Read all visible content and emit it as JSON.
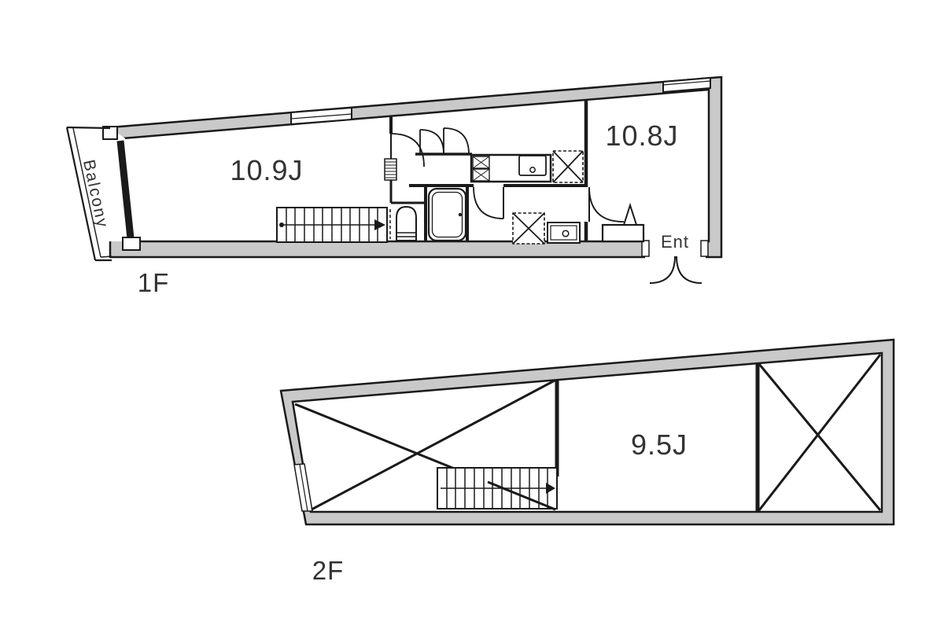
{
  "diagram_type": "floor_plan",
  "title": "Two-storey apartment floor plan",
  "colors": {
    "wall_fill": "#c9c9c9",
    "line": "#1a1a1a",
    "text": "#333333",
    "background": "#ffffff"
  },
  "floor1": {
    "floor_label": "1F",
    "balcony_label": "Balcony",
    "room_main_label": "10.9J",
    "room_second_label": "10.8J",
    "entrance_label": "Ent",
    "features": [
      "balcony window",
      "staircase up",
      "toilet",
      "bathtub",
      "kitchen counter with stove and sink",
      "washing machine space",
      "refrigerator space",
      "closet double doors",
      "shoe cabinet",
      "double entry door"
    ]
  },
  "floor2": {
    "floor_label": "2F",
    "room_label": "9.5J",
    "features": [
      "staircase",
      "open void left (X)",
      "open void right (X)",
      "window on left wall"
    ]
  }
}
